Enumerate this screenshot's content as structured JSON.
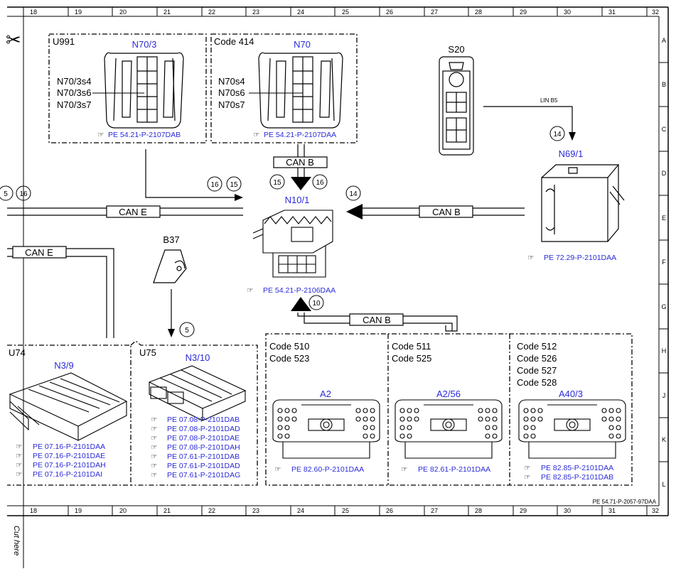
{
  "ruler": {
    "numbers": [
      "18",
      "19",
      "20",
      "21",
      "22",
      "23",
      "24",
      "25",
      "26",
      "27",
      "28",
      "29",
      "30",
      "31",
      "32"
    ],
    "letters": [
      "A",
      "B",
      "C",
      "D",
      "E",
      "F",
      "G",
      "H",
      "J",
      "K",
      "L"
    ]
  },
  "modules": {
    "n70_3": {
      "title": "N70/3",
      "code": "U991",
      "switches": [
        "N70/3s4",
        "N70/3s6",
        "N70/3s7"
      ],
      "ref": "PE 54.21-P-2107DAB"
    },
    "n70": {
      "title": "N70",
      "code": "Code 414",
      "switches": [
        "N70s4",
        "N70s6",
        "N70s7"
      ],
      "ref": "PE 54.21-P-2107DAA"
    },
    "s20": {
      "title": "S20"
    },
    "n69_1": {
      "title": "N69/1",
      "ref": "PE 72.29-P-2101DAA"
    },
    "n10_1": {
      "title": "N10/1",
      "ref": "PE 54.21-P-2106DAA"
    },
    "b37": {
      "title": "B37"
    },
    "n3_9": {
      "title": "N3/9",
      "code": "U74",
      "refs": [
        "PE 07.16-P-2101DAA",
        "PE 07.16-P-2101DAE",
        "PE 07.16-P-2101DAH",
        "PE 07.16-P-2101DAI"
      ]
    },
    "n3_10": {
      "title": "N3/10",
      "code": "U75",
      "refs": [
        "PE 07.08-P-2101DAB",
        "PE 07.08-P-2101DAD",
        "PE 07.08-P-2101DAE",
        "PE 07.08-P-2101DAH",
        "PE 07.61-P-2101DAB",
        "PE 07.61-P-2101DAD",
        "PE 07.61-P-2101DAG"
      ]
    },
    "a2": {
      "title": "A2",
      "codes": [
        "Code 510",
        "Code 523"
      ],
      "ref": "PE 82.60-P-2101DAA"
    },
    "a2_56": {
      "title": "A2/56",
      "codes": [
        "Code 511",
        "Code 525"
      ],
      "ref": "PE 82.61-P-2101DAA"
    },
    "a40_3": {
      "title": "A40/3",
      "codes": [
        "Code 512",
        "Code 526",
        "Code 527",
        "Code 528"
      ],
      "refs": [
        "PE 82.85-P-2101DAA",
        "PE 82.85-P-2101DAB"
      ]
    }
  },
  "buses": {
    "can_b_top": "CAN B",
    "can_b_right": "CAN B",
    "can_b_bottom": "CAN B",
    "can_e_top": "CAN E",
    "can_e_left": "CAN E",
    "lin": "LIN B5"
  },
  "circles": {
    "c16_left": "16",
    "c15_left": "15",
    "c15_mid": "15",
    "c16_mid": "16",
    "c14_right": "14",
    "c14_top": "14",
    "c10": "10",
    "c5": "5",
    "c16_edge": "16",
    "c_edge": "5"
  },
  "footer": {
    "docref": "PE 54.71-P-2057-97DAA"
  },
  "margin": {
    "cut": "Cut here",
    "scissors": "✂"
  },
  "colors": {
    "accent": "#2a2ad8",
    "line": "#000000"
  }
}
